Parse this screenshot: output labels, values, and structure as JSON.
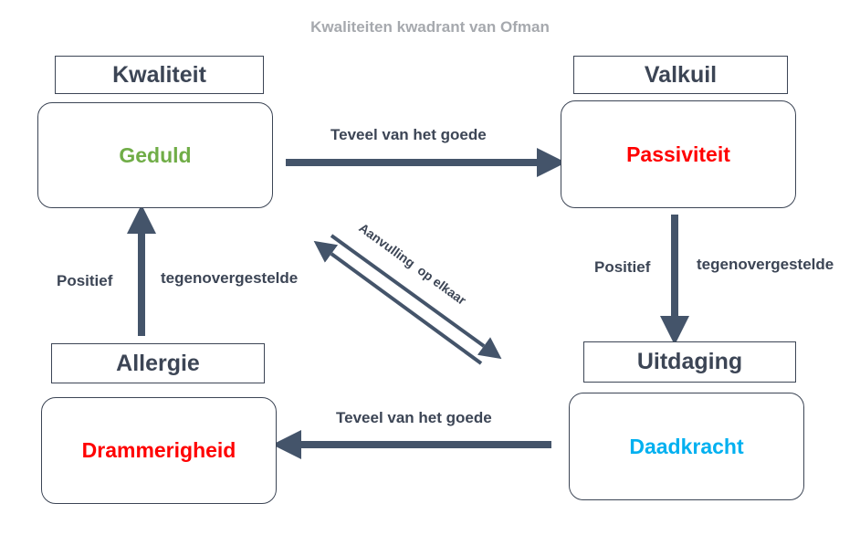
{
  "title": "Kwaliteiten kwadrant van Ofman",
  "quadrants": {
    "kwaliteit": {
      "heading": "Kwaliteit",
      "value": "Geduld",
      "color": "#70ad47"
    },
    "valkuil": {
      "heading": "Valkuil",
      "value": "Passiviteit",
      "color": "#ff0000"
    },
    "uitdaging": {
      "heading": "Uitdaging",
      "value": "Daadkracht",
      "color": "#00b0f0"
    },
    "allergie": {
      "heading": "Allergie",
      "value": "Drammerigheid",
      "color": "#ff0000"
    }
  },
  "edges": {
    "top": "Teveel van het goede",
    "bottom": "Teveel van het goede",
    "right_left": "Positief",
    "right_right": "tegenovergestelde",
    "left_left": "Positief",
    "left_right": "tegenovergestelde",
    "diagonal": "Aanvulling  op elkaar"
  },
  "colors": {
    "arrow": "#44546a",
    "text": "#3c4555"
  }
}
